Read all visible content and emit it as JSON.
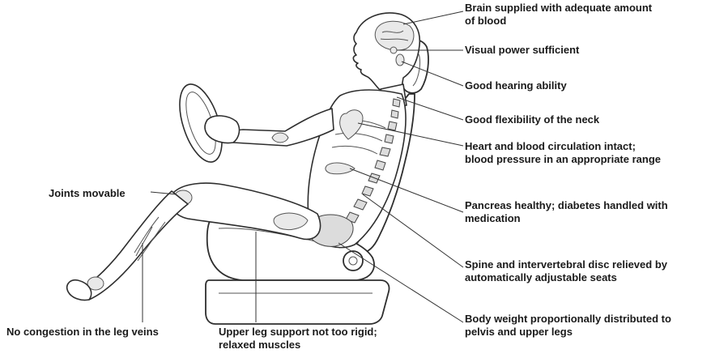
{
  "labels": {
    "brain_line1": "Brain supplied with adequate amount",
    "brain_line2": "of blood",
    "visual": "Visual power sufficient",
    "hearing": "Good hearing ability",
    "neck": "Good flexibility of the neck",
    "heart_line1": "Heart and blood circulation intact;",
    "heart_line2": "blood pressure in an appropriate range",
    "pancreas_line1": "Pancreas healthy; diabetes handled with",
    "pancreas_line2": "medication",
    "spine_line1": "Spine and intervertebral disc relieved by",
    "spine_line2": "automatically adjustable seats",
    "weight_line1": "Body weight proportionally distributed to",
    "weight_line2": "pelvis and upper legs",
    "joints": "Joints movable",
    "veins": "No congestion in the leg veins",
    "upper_leg_line1": "Upper leg support not too rigid;",
    "upper_leg_line2": "relaxed muscles"
  }
}
